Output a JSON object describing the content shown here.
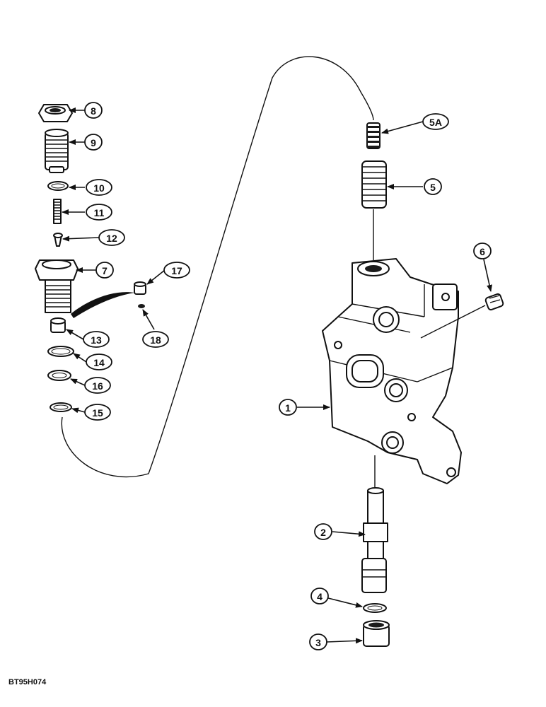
{
  "drawing_code": "BT95H074",
  "callouts": {
    "c1": "1",
    "c2": "2",
    "c3": "3",
    "c4": "4",
    "c5": "5",
    "c5a": "5A",
    "c6": "6",
    "c7": "7",
    "c8": "8",
    "c9": "9",
    "c10": "10",
    "c11": "11",
    "c12": "12",
    "c13": "13",
    "c14": "14",
    "c15": "15",
    "c16": "16",
    "c17": "17",
    "c18": "18"
  }
}
